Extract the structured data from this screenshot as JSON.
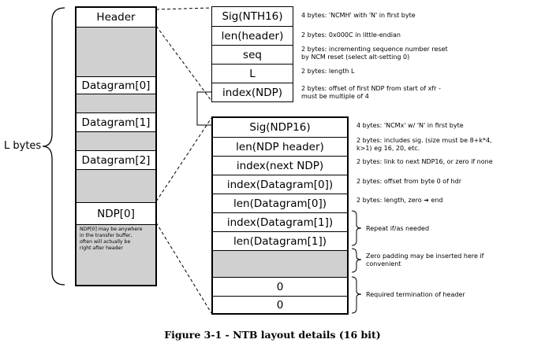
{
  "left_label": "L bytes",
  "ntb_column": {
    "header": "Header",
    "datagram0": "Datagram[0]",
    "datagram1": "Datagram[1]",
    "datagram2": "Datagram[2]",
    "ndp0": "NDP[0]",
    "ndp0_note_lines": [
      "NDP[0] may be anywhere",
      "in the transfer buffer,",
      "often will actually be",
      "right after header"
    ]
  },
  "nth16_fields": [
    {
      "label": "Sig(NTH16)",
      "note_lines": [
        "4 bytes: 'NCMH' with 'N' in first byte"
      ]
    },
    {
      "label": "len(header)",
      "note_lines": [
        "2 bytes: 0x000C in little-endian"
      ]
    },
    {
      "label": "seq",
      "note_lines": [
        "2 bytes: incrementing sequence number reset",
        "by NCM reset (select alt-setting 0)"
      ]
    },
    {
      "label": "L",
      "note_lines": [
        "2 bytes: length L"
      ]
    },
    {
      "label": "index(NDP)",
      "note_lines": [
        "2 bytes: offset of first NDP from start of xfr -",
        "must be multiple of 4"
      ]
    }
  ],
  "ndp16_fields": [
    {
      "label": "Sig(NDP16)",
      "note_lines": [
        "4 bytes: 'NCMx' w/ 'N' in first byte"
      ]
    },
    {
      "label": "len(NDP header)",
      "note_lines": [
        "2 bytes: includes sig. (size must be 8+k*4,",
        "k>1) eg 16, 20, etc."
      ]
    },
    {
      "label": "index(next NDP)",
      "note_lines": [
        "2 bytes: link to next NDP16, or zero if none"
      ]
    },
    {
      "label": "index(Datagram[0])",
      "note_lines": [
        "2 bytes: offset from byte 0 of hdr"
      ]
    },
    {
      "label": "len(Datagram[0])",
      "note_lines": [
        "2 bytes: length, zero ➔ end"
      ]
    },
    {
      "label": "index(Datagram[1])",
      "note_lines": []
    },
    {
      "label": "len(Datagram[1])",
      "note_lines": []
    },
    {
      "label": "",
      "note_lines": []
    },
    {
      "label": "0",
      "note_lines": []
    },
    {
      "label": "0",
      "note_lines": []
    }
  ],
  "brace_notes": {
    "repeat": "Repeat if/as needed",
    "padding_lines": [
      "Zero padding may be inserted here if",
      "convenient"
    ],
    "termination": "Required termination of header"
  },
  "caption": "Figure 3-1 - NTB layout details (16 bit)"
}
